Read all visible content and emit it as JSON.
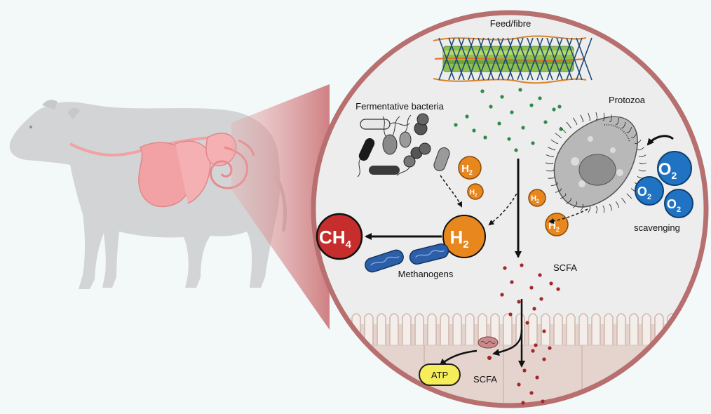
{
  "labels": {
    "feed_fibre": "Feed/fibre",
    "fermentative_bacteria": "Fermentative bacteria",
    "protozoa": "Protozoa",
    "scavenging": "scavenging",
    "methanogens": "Methanogens",
    "scfa_lumen": "SCFA",
    "scfa_cell": "SCFA",
    "atp": "ATP"
  },
  "molecules": {
    "h2_main": {
      "base": "H",
      "sub": "2"
    },
    "h2_bacteria_large": {
      "base": "H",
      "sub": "2"
    },
    "h2_bacteria_small": {
      "base": "H",
      "sub": "2"
    },
    "h2_protozoa_small": {
      "base": "H",
      "sub": "2"
    },
    "h2_protozoa_large": {
      "base": "H",
      "sub": "2"
    },
    "ch4": {
      "base": "CH",
      "sub": "4"
    },
    "o2_large": {
      "base": "O",
      "sub": "2"
    },
    "o2_left": {
      "base": "O",
      "sub": "2"
    },
    "o2_right": {
      "base": "O",
      "sub": "2"
    }
  },
  "colors": {
    "background": "#f3f8f9",
    "circle_fill": "#ecedec",
    "circle_border": "#b76f6f",
    "h2_orange": "#e8871e",
    "ch4_red": "#c62d2d",
    "o2_blue": "#1f73c2",
    "atp_yellow": "#f5ee5a",
    "scfa_dot": "#a3262b",
    "feed_dot": "#2f8a4a",
    "cow_grey": "#d2d4d5",
    "gut_pink": "#f2a1a4"
  }
}
